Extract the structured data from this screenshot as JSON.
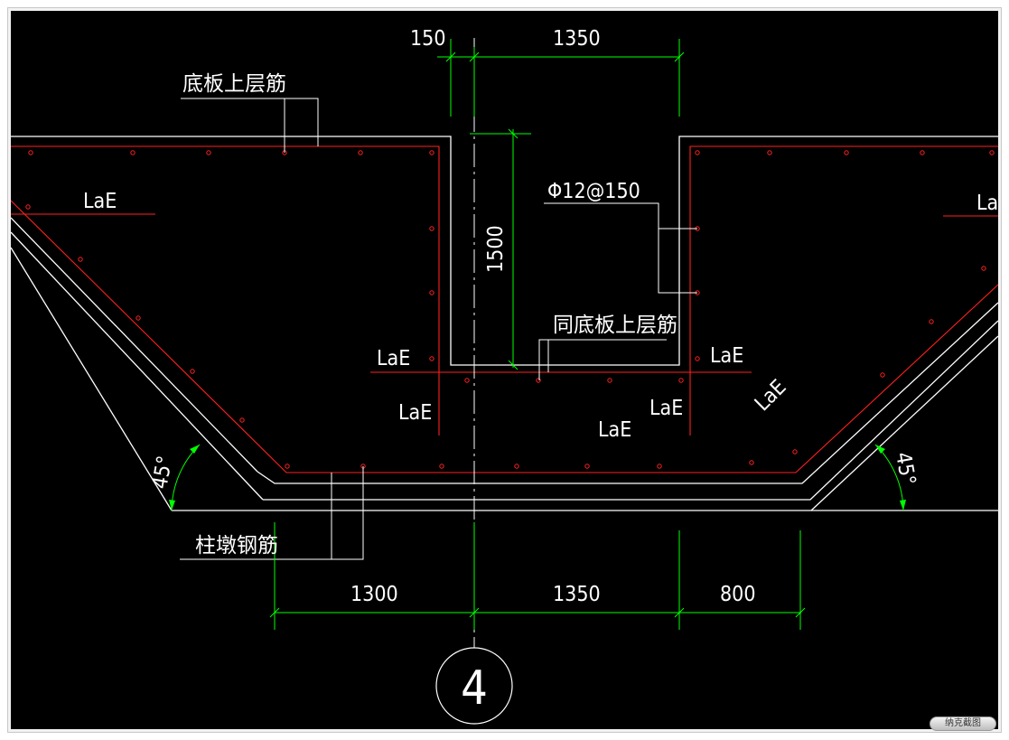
{
  "drawing": {
    "annotations": {
      "bottom_slab_top_rebar": "底板上层筋",
      "same_as_bottom_slab_top_rebar": "同底板上层筋",
      "pile_cap_rebar": "柱墩钢筋",
      "rebar_spec": "Φ12@150"
    },
    "lae": {
      "left_outer": "LaE",
      "center_left_upper": "LaE",
      "center_left_lower": "LaE",
      "center_right_upper": "LaE",
      "center_right_lower": "LaE",
      "center_bottom": "LaE",
      "right_diagonal": "LaE",
      "right_edge": "La"
    },
    "dimensions": {
      "top_left": "150",
      "top_right": "1350",
      "vertical": "1500",
      "bottom_left": "1300",
      "bottom_mid": "1350",
      "bottom_right": "800"
    },
    "angles": {
      "left": "45°",
      "right": "45°"
    },
    "axis_label": "4"
  },
  "watermark": "纳克截图",
  "colors": {
    "background": "#000000",
    "outline": "#ffffff",
    "rebar": "#ff2020",
    "dimension": "#00ff00"
  }
}
